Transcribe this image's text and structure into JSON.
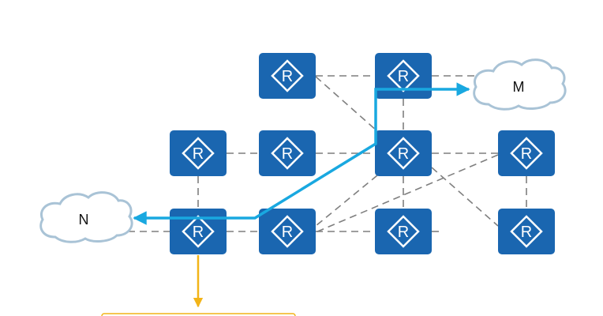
{
  "diagram": {
    "router_glyph": "R",
    "router_icon": "router-icon",
    "router_color": "#1a66b0",
    "link_color": "#7f7f7f",
    "path_color": "#19a8e0",
    "down_arrow_color": "#f2b418",
    "cloud_fill": "#ffffff",
    "cloud_stroke": "#a9c3d6",
    "clouds": [
      {
        "id": "cloud-m",
        "label": "M"
      },
      {
        "id": "cloud-n",
        "label": "N"
      }
    ],
    "routers": [
      {
        "id": "r1"
      },
      {
        "id": "r2"
      },
      {
        "id": "r3"
      },
      {
        "id": "r4"
      },
      {
        "id": "r5"
      },
      {
        "id": "r6"
      },
      {
        "id": "r7"
      },
      {
        "id": "r8"
      },
      {
        "id": "r9"
      },
      {
        "id": "r10"
      }
    ]
  }
}
